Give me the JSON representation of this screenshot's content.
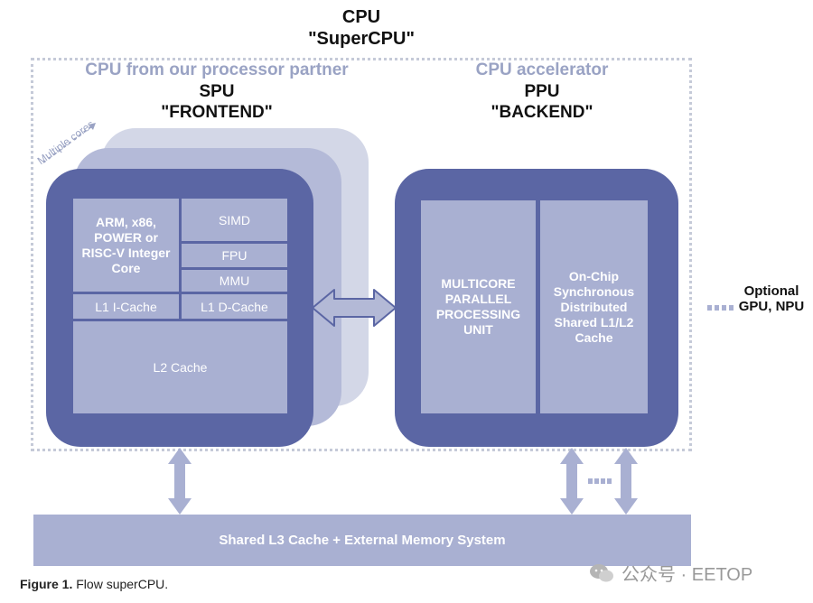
{
  "title": {
    "line1": "CPU",
    "line2": "\"SuperCPU\""
  },
  "left_section": {
    "label": "CPU from our processor partner",
    "name": "SPU",
    "role": "\"FRONTEND\"",
    "multiple_cores_label": "Multiple cores",
    "cells": {
      "integer_core": "ARM, x86, POWER or RISC-V Integer Core",
      "simd": "SIMD",
      "fpu": "FPU",
      "mmu": "MMU",
      "l1_icache": "L1 I-Cache",
      "l1_dcache": "L1 D-Cache",
      "l2_cache": "L2 Cache"
    }
  },
  "right_section": {
    "label": "CPU accelerator",
    "name": "PPU",
    "role": "\"BACKEND\"",
    "cells": {
      "multicore": "MULTICORE PARALLEL PROCESSING UNIT",
      "onchip": "On-Chip Synchronous Distributed Shared L1/L2 Cache"
    }
  },
  "optional_label": "Optional GPU, NPU",
  "bus_label": "Shared L3 Cache + External Memory System",
  "caption": {
    "figure": "Figure 1.",
    "text": " Flow superCPU."
  },
  "watermark": {
    "text": "公众号 · EETOP"
  },
  "colors": {
    "core_dark": "#5b66a4",
    "cell_light": "#a9b0d2",
    "back_card_1": "#d3d7e7",
    "back_card_2": "#b4bad8",
    "section_label": "#9aa3c4",
    "frame_dotted": "#c5cad8"
  }
}
